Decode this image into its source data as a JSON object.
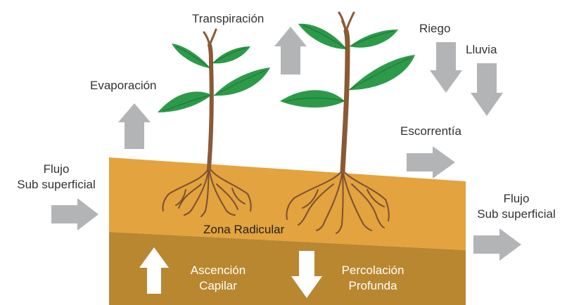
{
  "colors": {
    "arrow_gray": "#b3b4b6",
    "soil_top": "#e3a33e",
    "soil_bottom": "#b9872f",
    "leaf": "#2d9a4a",
    "leaf_vein": "#1c7a38",
    "stem": "#8a5a35",
    "root": "#7d5030",
    "white_arrow": "#ffffff"
  },
  "labels": {
    "transpiracion": "Transpiración",
    "evaporacion": "Evaporación",
    "riego": "Riego",
    "lluvia": "Lluvia",
    "escorrentia": "Escorrentía",
    "flujo_left_line1": "Flujo",
    "flujo_left_line2": "Sub superficial",
    "flujo_right_line1": "Flujo",
    "flujo_right_line2": "Sub superficial",
    "zona_radicular": "Zona Radicular",
    "ascencion_line1": "Ascención",
    "ascencion_line2": "Capilar",
    "percolacion_line1": "Percolación",
    "percolacion_line2": "Profunda"
  },
  "icons": {
    "up_arrow": "up-arrow-icon",
    "down_arrow": "down-arrow-icon",
    "right_arrow": "right-arrow-icon",
    "plant": "plant-icon",
    "roots": "roots-icon"
  }
}
